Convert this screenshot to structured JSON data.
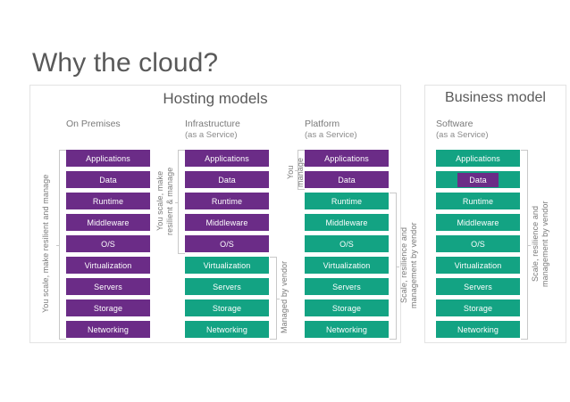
{
  "title": "Why the cloud?",
  "panels": {
    "hosting": {
      "title": "Hosting models"
    },
    "business": {
      "title": "Business model"
    }
  },
  "colors": {
    "purple": "#6B2C87",
    "teal": "#13A383",
    "text": "#595959",
    "muted": "#7a7a7a",
    "border": "#e3e3e3"
  },
  "layer_names": {
    "applications": "Applications",
    "data": "Data",
    "runtime": "Runtime",
    "middleware": "Middleware",
    "os": "O/S",
    "virtualization": "Virtualization",
    "servers": "Servers",
    "storage": "Storage",
    "networking": "Networking"
  },
  "columns": [
    {
      "id": "on-premises",
      "heading": "On Premises",
      "subheading": "",
      "layers": [
        {
          "label": "Applications",
          "fill": "purple"
        },
        {
          "label": "Data",
          "fill": "purple"
        },
        {
          "label": "Runtime",
          "fill": "purple"
        },
        {
          "label": "Middleware",
          "fill": "purple"
        },
        {
          "label": "O/S",
          "fill": "purple"
        },
        {
          "label": "Virtualization",
          "fill": "purple"
        },
        {
          "label": "Servers",
          "fill": "purple"
        },
        {
          "label": "Storage",
          "fill": "purple"
        },
        {
          "label": "Networking",
          "fill": "purple"
        }
      ],
      "left_label": "You scale, make resilient and manage",
      "right_label": ""
    },
    {
      "id": "infrastructure",
      "heading": "Infrastructure",
      "subheading": "(as a Service)",
      "layers": [
        {
          "label": "Applications",
          "fill": "purple"
        },
        {
          "label": "Data",
          "fill": "purple"
        },
        {
          "label": "Runtime",
          "fill": "purple"
        },
        {
          "label": "Middleware",
          "fill": "purple"
        },
        {
          "label": "O/S",
          "fill": "purple"
        },
        {
          "label": "Virtualization",
          "fill": "teal"
        },
        {
          "label": "Servers",
          "fill": "teal"
        },
        {
          "label": "Storage",
          "fill": "teal"
        },
        {
          "label": "Networking",
          "fill": "teal"
        }
      ],
      "left_label": "You scale, make\nresilient & manage",
      "right_label": "Managed by vendor"
    },
    {
      "id": "platform",
      "heading": "Platform",
      "subheading": "(as a Service)",
      "layers": [
        {
          "label": "Applications",
          "fill": "purple"
        },
        {
          "label": "Data",
          "fill": "purple"
        },
        {
          "label": "Runtime",
          "fill": "teal"
        },
        {
          "label": "Middleware",
          "fill": "teal"
        },
        {
          "label": "O/S",
          "fill": "teal"
        },
        {
          "label": "Virtualization",
          "fill": "teal"
        },
        {
          "label": "Servers",
          "fill": "teal"
        },
        {
          "label": "Storage",
          "fill": "teal"
        },
        {
          "label": "Networking",
          "fill": "teal"
        }
      ],
      "left_label": "You manage",
      "right_label": "Scale, resilience and\nmanagement by vendor"
    },
    {
      "id": "software",
      "heading": "Software",
      "subheading": "(as a Service)",
      "layers": [
        {
          "label": "Applications",
          "fill": "teal"
        },
        {
          "label": "Data",
          "fill": "teal",
          "inset": "Data"
        },
        {
          "label": "Runtime",
          "fill": "teal"
        },
        {
          "label": "Middleware",
          "fill": "teal"
        },
        {
          "label": "O/S",
          "fill": "teal"
        },
        {
          "label": "Virtualization",
          "fill": "teal"
        },
        {
          "label": "Servers",
          "fill": "teal"
        },
        {
          "label": "Storage",
          "fill": "teal"
        },
        {
          "label": "Networking",
          "fill": "teal"
        }
      ],
      "left_label": "",
      "right_label": "Scale, resilience and\nmanagement by vendor"
    }
  ]
}
